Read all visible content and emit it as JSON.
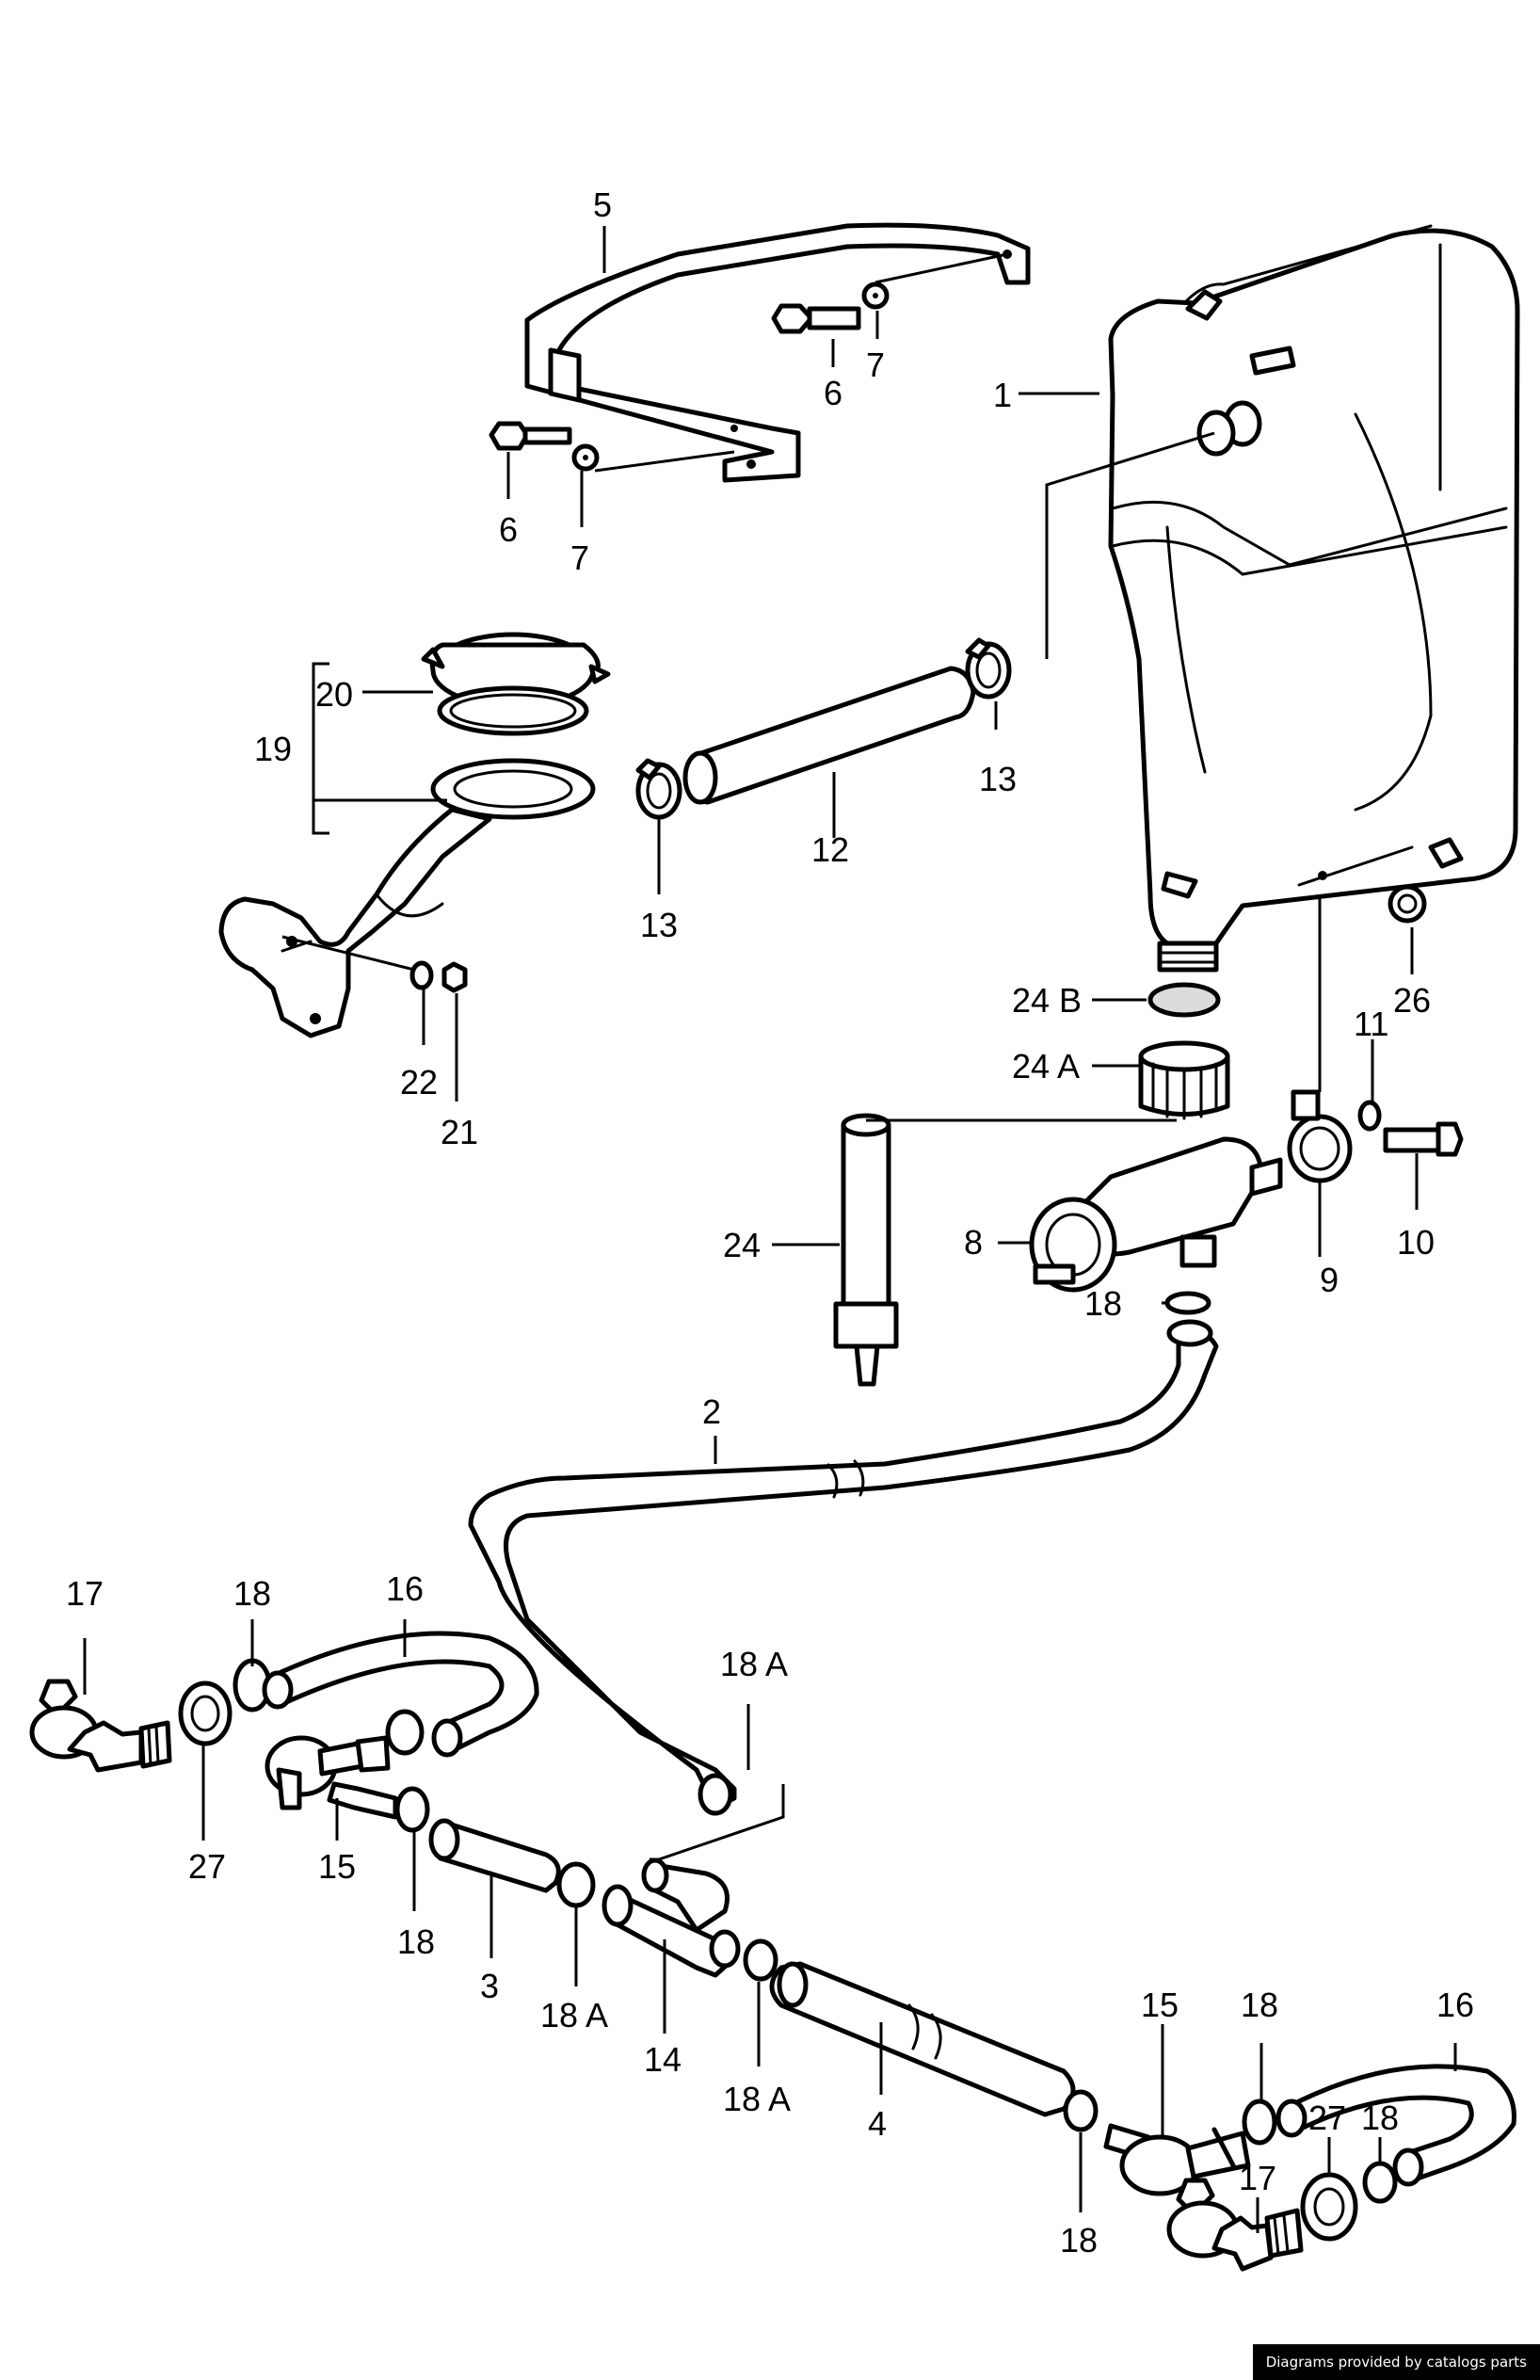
{
  "diagram": {
    "labels": {
      "p1": "1",
      "p2": "2",
      "p3": "3",
      "p4": "4",
      "p5": "5",
      "p6a": "6",
      "p6b": "6",
      "p7a": "7",
      "p7b": "7",
      "p8": "8",
      "p9": "9",
      "p10": "10",
      "p11": "11",
      "p12": "12",
      "p13a": "13",
      "p13b": "13",
      "p14": "14",
      "p15a": "15",
      "p15b": "15",
      "p16a": "16",
      "p16b": "16",
      "p17a": "17",
      "p17b": "17",
      "p18a": "18",
      "p18b": "18",
      "p18c": "18",
      "p18d": "18",
      "p18e": "18",
      "p18f": "18",
      "p18Aa": "18 A",
      "p18Ab": "18 A",
      "p18Ac": "18 A",
      "p19": "19",
      "p20": "20",
      "p21": "21",
      "p22": "22",
      "p24": "24",
      "p24A": "24 A",
      "p24B": "24 B",
      "p26": "26",
      "p27a": "27",
      "p27b": "27"
    }
  },
  "footer": {
    "credit": "Diagrams provided by catalogs parts"
  }
}
